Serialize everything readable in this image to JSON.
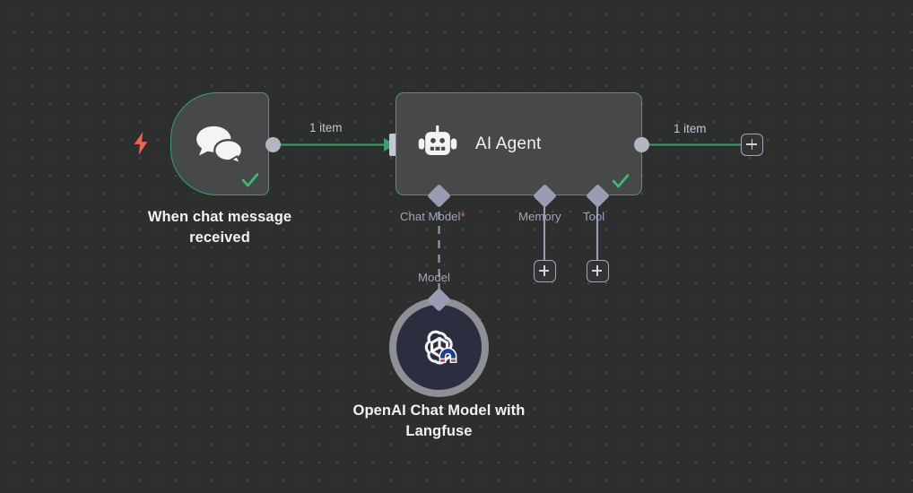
{
  "canvas": {
    "background_color": "#2d2e2e",
    "grid_dot_color": "#4a4b4b",
    "accent_green": "#36a46a",
    "port_gray": "#b3b6c3",
    "diamond_purple": "#9a9cb4",
    "label_blue_gray": "#a0a4bb",
    "required_red": "#ef6450",
    "trigger_bolt_color": "#ef6450",
    "openai_core_color": "#2b2e3f"
  },
  "nodes": {
    "trigger": {
      "caption": "When chat message received",
      "icon": "chat-bubbles-icon",
      "trigger_icon": "lightning-bolt-icon",
      "status_icon": "green-check-icon",
      "border_color": "#36a46a"
    },
    "agent": {
      "title": "AI Agent",
      "icon": "robot-icon",
      "status_icon": "green-check-icon",
      "border_color": "#36a46a",
      "sub_ports": [
        {
          "label": "Chat Model",
          "required": true,
          "required_marker": "*"
        },
        {
          "label": "Memory",
          "required": false,
          "required_marker": ""
        },
        {
          "label": "Tool",
          "required": false,
          "required_marker": ""
        }
      ]
    },
    "openai": {
      "caption": "OpenAI Chat Model with Langfuse",
      "caption_line1": "OpenAI Chat Model",
      "caption_line2": "with Langfuse",
      "icon": "openai-logo-icon",
      "badge_icon": "magnet-icon"
    }
  },
  "connections": {
    "trigger_to_agent_label": "1 item",
    "agent_output_label": "1 item",
    "model_link_label": "Model"
  },
  "buttons": {
    "add_output_node": "+",
    "add_memory_node": "+",
    "add_tool_node": "+"
  }
}
